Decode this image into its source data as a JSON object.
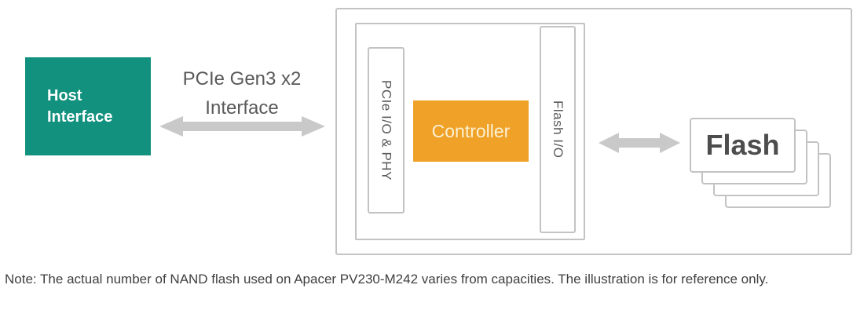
{
  "colors": {
    "teal": "#12917E",
    "orange": "#F0A127",
    "controller-text": "#FBF1D3",
    "arrow-gray": "#C9C9C9",
    "border-gray": "#C3C3C3",
    "label-gray": "#595959",
    "note-color": "#3F3F3F",
    "flash-text": "#4D4D4D",
    "white": "#FFFFFF"
  },
  "diagram": {
    "host_box": {
      "line1": "Host",
      "line2": "Interface"
    },
    "pcie_link_label": {
      "line1": "PCIe Gen3 x2",
      "line2": "Interface"
    },
    "ssd_module": {
      "pcie_io_phy_label": "PCIe I/O & PHY",
      "controller_label": "Controller",
      "flash_io_label": "Flash I/O"
    },
    "flash_stack": {
      "label": "Flash",
      "card_count": 4
    }
  },
  "note": {
    "text": "Note: The actual number of NAND flash used on Apacer PV230-M242 varies from capacities. The illustration is for reference only."
  }
}
